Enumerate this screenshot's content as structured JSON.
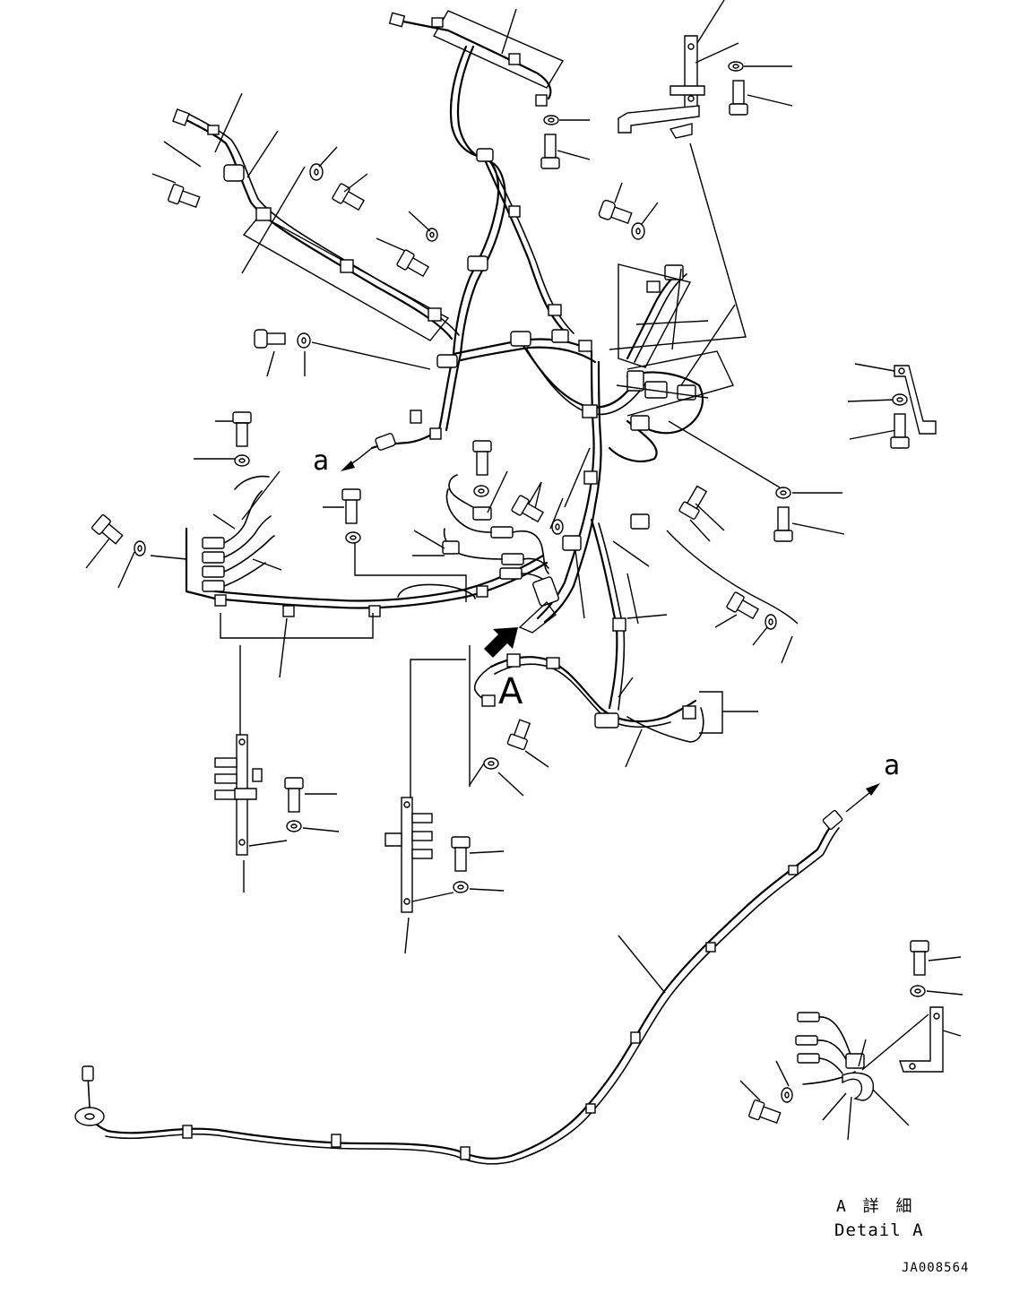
{
  "labels": {
    "connector_a_left": "a",
    "connector_a_right": "a",
    "view_A": "A"
  },
  "detail": {
    "title_jp": "A 詳 細",
    "title_en": "Detail A"
  },
  "drawing_id": "JA008564"
}
